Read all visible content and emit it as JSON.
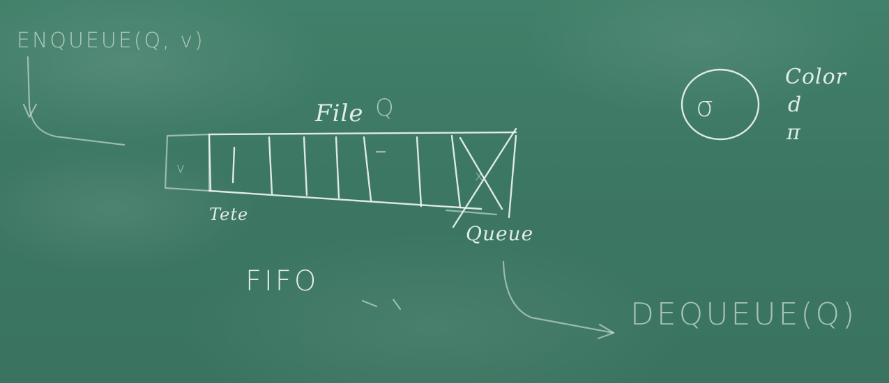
{
  "board": {
    "enqueue_call": "ENQUEUE(Q, v)",
    "file_label": "File",
    "queue_var": "Q",
    "head_label": "Tete",
    "tail_label": "Queue",
    "policy_label": "FIFO",
    "dequeue_call": "DEQUEUE(Q)",
    "first_cell_value": "v",
    "last_cell_mark": "x",
    "sigma_symbol": "σ",
    "color_label": "Color",
    "of_label": "d",
    "pi_label": "π"
  },
  "colors": {
    "board": "#3f7a66",
    "chalk": "#ecf4ee"
  }
}
